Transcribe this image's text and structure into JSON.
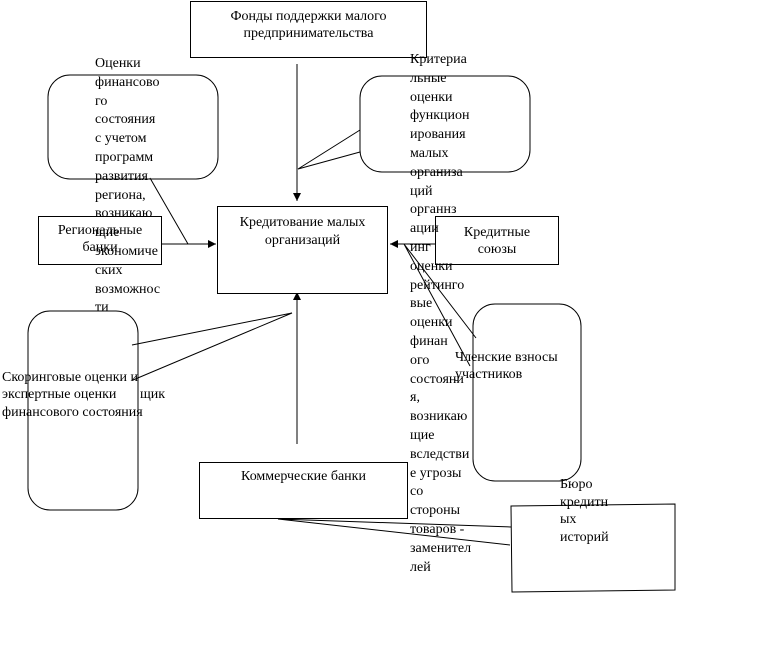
{
  "nodes": {
    "funds": "Фонды поддержки малого\nпредпринимательства",
    "center": "Кредитование малых\nорганизаций",
    "regional": "Региональные\nбанки",
    "unions": "Кредитные\nсоюзы",
    "commercial": "Коммерческие банки"
  },
  "notes": {
    "financial_state": "Оценки\nфинансово\nго\nсостояния\nс учетом\nпрограмм\nразвития\nрегиона,\nвозникаю\nщие\nэкономиче\nских\nвозможнос\nти",
    "criteria": "Критериа\nльные\nоценки\nфункцион\nирования\nмалых\nорганиза\nций\nорганнз\nации\nинг\nоценки\nрейтинго\nвые\nоценки\nфинан\nого\nсостояни\nя,\nвозникаю\nщие\nвследстви\nе угрозы\nсо\nстороны\nтоваров -\nзаменител\nлей",
    "scoring_line1": "Скоринговые оценки и",
    "scoring_line2": "экспертные оценки",
    "scoring_line2_tail": "щик",
    "scoring_line3": "финансового состояния",
    "member_fees": "Членские взносы\nучастников",
    "bureau": "Бюро\nкредитн\nых\nисторий"
  }
}
